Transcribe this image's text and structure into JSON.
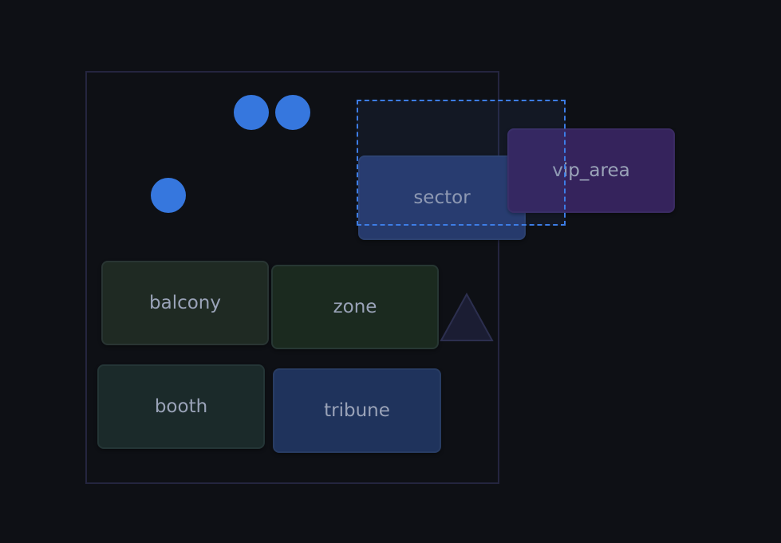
{
  "blocks": {
    "balcony": "balcony",
    "zone": "zone",
    "booth": "booth",
    "tribune": "tribune",
    "sector": "sector",
    "vip_area": "vip_area"
  },
  "colors": {
    "background": "#0e1015",
    "frame": "#24253f",
    "seat": "#3677de",
    "selection": "#3d7de6",
    "balcony": "#1f2a23",
    "zone": "#1b2a1f",
    "booth": "#1b2a2a",
    "tribune": "#1f335c",
    "sector": "#263a6c",
    "vip_area": "#35235c"
  },
  "icons": {
    "seat": "circle",
    "marker": "triangle-icon"
  }
}
